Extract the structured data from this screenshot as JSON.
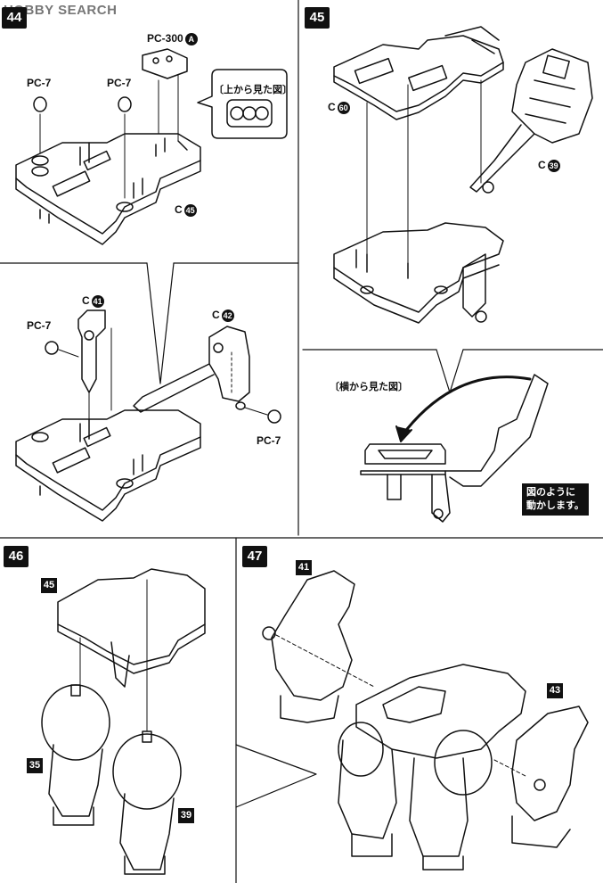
{
  "watermark": "HOBBY SEARCH",
  "steps": {
    "s44": "44",
    "s45": "45",
    "s46": "46",
    "s47": "47"
  },
  "step44": {
    "pc7_left": "PC-7",
    "pc7_right": "PC-7",
    "pc300": "PC-300",
    "pc300_badge": "A",
    "top_view_caption": "〔上から見た図〕",
    "c45_prefix": "C",
    "c45_num": "45"
  },
  "step44b": {
    "c41_prefix": "C",
    "c41_num": "41",
    "c42_prefix": "C",
    "c42_num": "42",
    "pc7_left": "PC-7",
    "pc7_right": "PC-7"
  },
  "step45": {
    "c60_prefix": "C",
    "c60_num": "60",
    "c39_prefix": "C",
    "c39_num": "39",
    "side_view_caption": "〔横から見た図〕",
    "move_note_line1": "図のように",
    "move_note_line2": "動かします。"
  },
  "step46": {
    "part45": "45",
    "part35": "35",
    "part39": "39"
  },
  "step47": {
    "part41": "41",
    "part43": "43"
  }
}
